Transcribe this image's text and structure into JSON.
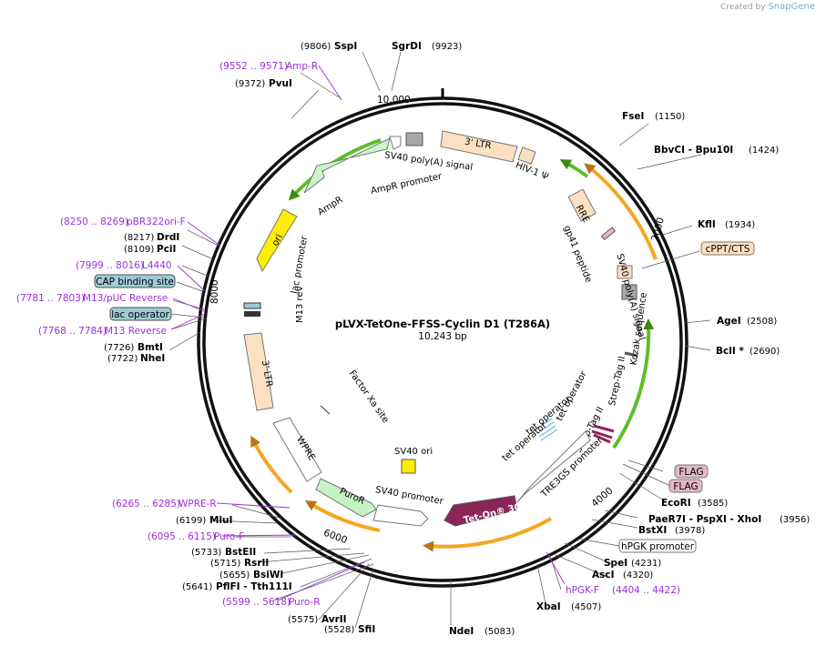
{
  "credit": {
    "prefix": "Created by",
    "brand": "SnapGene"
  },
  "plasmid": {
    "name": "pLVX-TetOne-FFSS-Cyclin D1 (T286A)",
    "size": "10,243 bp"
  },
  "ticks": [
    "10,000",
    "2000",
    "4000",
    "6000",
    "8000"
  ],
  "sites": [
    {
      "name": "SspI",
      "pos": "(9806)"
    },
    {
      "name": "SgrDI",
      "pos": "(9923)"
    },
    {
      "name": "PvuI",
      "pos": "(9372)"
    },
    {
      "name": "FseI",
      "pos": "(1150)"
    },
    {
      "name": "BbvCI  - Bpu10I",
      "pos": "(1424)"
    },
    {
      "name": "KflI",
      "pos": "(1934)"
    },
    {
      "name": "DrdI",
      "pos": "(8217)"
    },
    {
      "name": "PciI",
      "pos": "(8109)"
    },
    {
      "name": "AgeI",
      "pos": "(2508)"
    },
    {
      "name": "BclI *",
      "pos": "(2690)"
    },
    {
      "name": "BmtI",
      "pos": "(7726)"
    },
    {
      "name": "NheI",
      "pos": "(7722)"
    },
    {
      "name": "EcoRI",
      "pos": "(3585)"
    },
    {
      "name": "PaeR7I  - PspXI  - XhoI",
      "pos": "(3956)"
    },
    {
      "name": "BstXI",
      "pos": "(3978)"
    },
    {
      "name": "MluI",
      "pos": "(6199)"
    },
    {
      "name": "SpeI",
      "pos": "(4231)"
    },
    {
      "name": "AscI",
      "pos": "(4320)"
    },
    {
      "name": "BstEII",
      "pos": "(5733)"
    },
    {
      "name": "RsrII",
      "pos": "(5715)"
    },
    {
      "name": "BsiWI",
      "pos": "(5655)"
    },
    {
      "name": "PflFI  - Tth111I",
      "pos": "(5641)"
    },
    {
      "name": "XbaI",
      "pos": "(4507)"
    },
    {
      "name": "AvrII",
      "pos": "(5575)"
    },
    {
      "name": "SfiI",
      "pos": "(5528)"
    },
    {
      "name": "NdeI",
      "pos": "(5083)"
    }
  ],
  "primers": [
    {
      "name": "Amp-R",
      "range": "(9552 .. 9571)"
    },
    {
      "name": "pBR322ori-F",
      "range": "(8250 .. 8269)"
    },
    {
      "name": "L4440",
      "range": "(7999 .. 8016)"
    },
    {
      "name": "M13/pUC Reverse",
      "range": "(7781 .. 7803)"
    },
    {
      "name": "M13 Reverse",
      "range": "(7768 .. 7784)"
    },
    {
      "name": "WPRE-R",
      "range": "(6265 .. 6285)"
    },
    {
      "name": "Puro-F",
      "range": "(6095 .. 6115)"
    },
    {
      "name": "Puro-R",
      "range": "(5599 .. 5618)"
    },
    {
      "name": "hPGK-F",
      "range": "(4404 .. 4422)"
    }
  ],
  "boxed_labels": [
    {
      "name": "CAP binding site",
      "color": "#9ecbd6"
    },
    {
      "name": "lac operator",
      "color": "#9ecbd6"
    },
    {
      "name": "cPPT/CTS",
      "color": "#fde0c2"
    },
    {
      "name": "FLAG",
      "color": "#e3b8c5"
    },
    {
      "name": "FLAG ",
      "color": "#e3b8c5"
    },
    {
      "name": "hPGK promoter",
      "color": "#ffffff"
    }
  ],
  "features": [
    "3' LTR",
    "SV40 poly(A) signal",
    "HIV-1 Ψ",
    "AmpR promoter",
    "AmpR",
    "ori",
    "lac promoter",
    "M13 rev",
    "RRE",
    "gp41 peptide",
    "SV40 poly(A) signal",
    "Kozak sequence",
    "Strep-Tag II",
    "Strep-Tag II",
    "tet operator",
    "tet operator",
    "tet operator",
    "TRE3GS promoter",
    "Tet-On® 3G",
    "Factor Xa site",
    "3' LTR",
    "WPRE",
    "SV40 ori",
    "PuroR",
    "SV40 promoter"
  ],
  "colors": {
    "primer": "#9b30d9",
    "arc_orange": "#f5a623",
    "arc_green": "#5cbf2a",
    "ampr": "#cbf5c9",
    "ori": "#ffee00",
    "ltr": "#fde0c2",
    "teton": "#8b2558",
    "puror": "#c6f2c4",
    "sv40ori": "#ffee00"
  }
}
